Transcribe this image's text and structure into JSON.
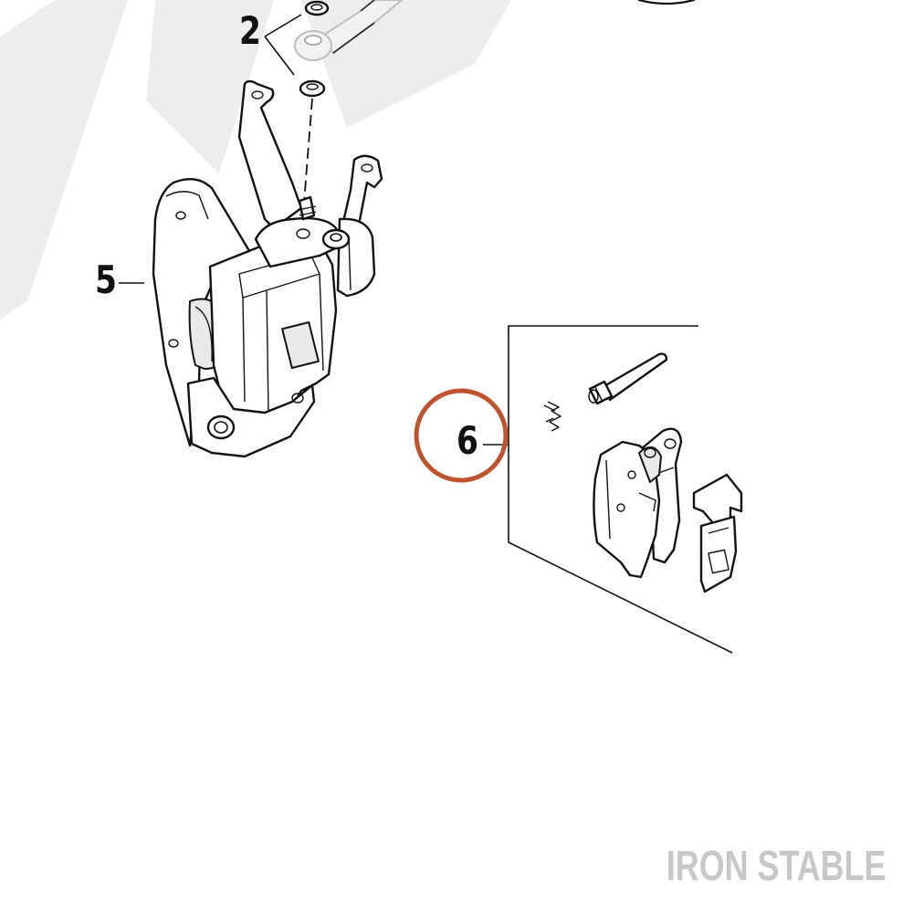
{
  "callouts": [
    {
      "id": "2",
      "label": "2"
    },
    {
      "id": "5",
      "label": "5"
    },
    {
      "id": "6",
      "label": "6"
    }
  ],
  "highlight": {
    "callout": "6",
    "color": "#c0532c"
  },
  "watermark": {
    "text": "IRON STABLE",
    "color": "#c7c7c7"
  },
  "colors": {
    "line": "#111111",
    "background": "#ffffff",
    "faded_text": "#ededed"
  }
}
